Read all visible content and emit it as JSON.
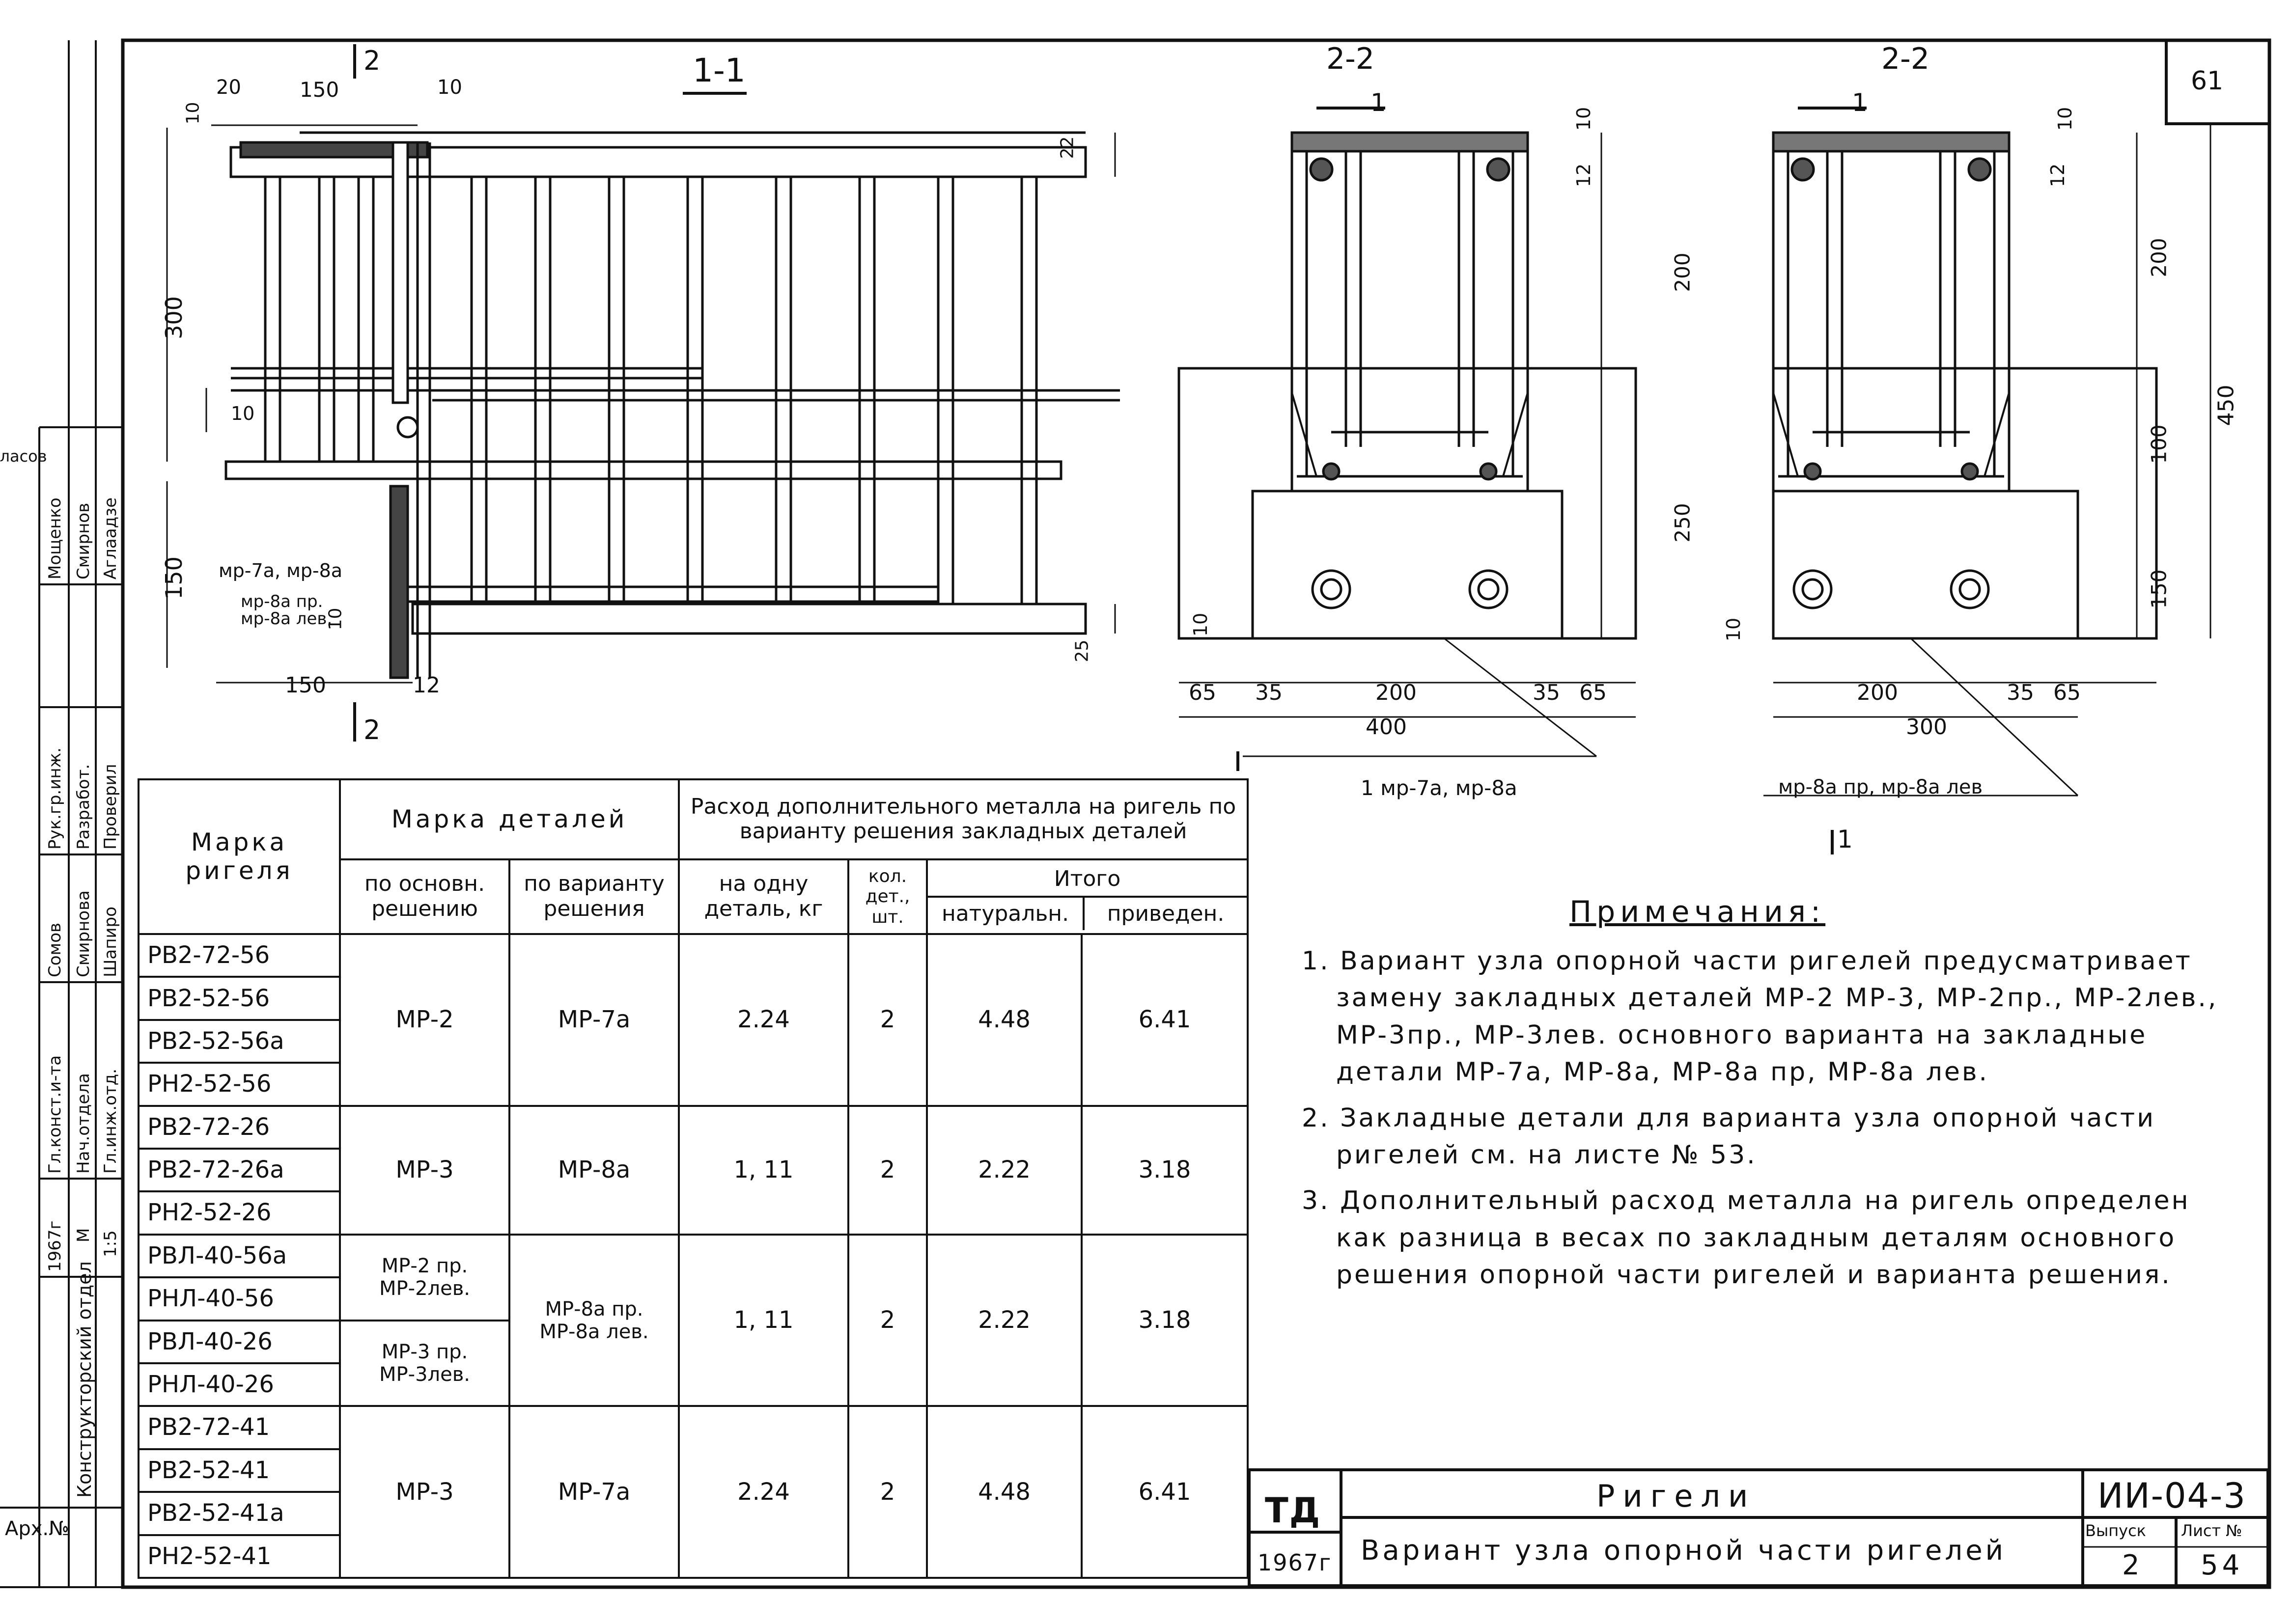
{
  "page": {
    "number": "61"
  },
  "views": {
    "section_1_1": {
      "title": "1-1"
    },
    "section_2_2_a": {
      "title": "2-2",
      "cut_label": "1",
      "caption": "1 мр-7а, мр-8а"
    },
    "section_2_2_b": {
      "title": "2-2",
      "cut_label": "1",
      "caption": "мр-8а пр, мр-8а лев",
      "below_label": "1"
    },
    "cut_markers": {
      "top": "2",
      "bottom": "2"
    }
  },
  "dimensions_1_1": {
    "d20": "20",
    "d150_top": "150",
    "d10_top": "10",
    "d10_left": "10",
    "d300": "300",
    "d10_mid": "10",
    "d150_side": "150",
    "d22": "22",
    "d25": "25",
    "d10_low": "10",
    "d150_bottom": "150",
    "d12": "12"
  },
  "labels_1_1": {
    "line1": "мр-7а, мр-8а",
    "line2": "мр-8а пр.",
    "line3": "мр-8а лев."
  },
  "dimensions_2_2_a": {
    "d10": "10",
    "d12": "12",
    "d200": "200",
    "d250": "250",
    "d10_low": "10",
    "d65a": "65",
    "d35a": "35",
    "d200b": "200",
    "d35b": "35",
    "d65b": "65",
    "d400": "400"
  },
  "dimensions_2_2_b": {
    "d10": "10",
    "d12": "12",
    "d200": "200",
    "d100": "100",
    "d150": "150",
    "d450": "450",
    "d10_low": "10",
    "d200b": "200",
    "d35": "35",
    "d65": "65",
    "d300": "300"
  },
  "table": {
    "h_marka_rigelya": "Марка ригеля",
    "h_marka_detalei": "Марка деталей",
    "h_rashod": "Расход дополнительного металла на ригель по варианту решения закладных деталей",
    "h_osn": "по основн. решению",
    "h_var": "по варианту решения",
    "h_odnu": "на одну деталь, кг",
    "h_kol": "кол. дет., шт.",
    "h_itogo": "Итого",
    "h_nat": "натуральн.",
    "h_priv": "приведен.",
    "groups": [
      {
        "rigels": [
          "РВ2-72-56",
          "РВ2-52-56",
          "РВ2-52-56а",
          "РН2-52-56"
        ],
        "osn": [
          "МР-2"
        ],
        "var": [
          "МР-7а"
        ],
        "odnu": "2.24",
        "kol": "2",
        "nat": "4.48",
        "priv": "6.41"
      },
      {
        "rigels": [
          "РВ2-72-26",
          "РВ2-72-26а",
          "РН2-52-26"
        ],
        "osn": [
          "МР-3"
        ],
        "var": [
          "МР-8а"
        ],
        "odnu": "1, 11",
        "kol": "2",
        "nat": "2.22",
        "priv": "3.18"
      },
      {
        "rigels": [
          "РВЛ-40-56а",
          "РНЛ-40-56",
          "РВЛ-40-26",
          "РНЛ-40-26"
        ],
        "osn": [
          "МР-2 пр.",
          "МР-2лев.",
          "МР-3 пр.",
          "МР-3лев."
        ],
        "var": [
          "МР-8а пр.",
          "МР-8а лев."
        ],
        "odnu": "1, 11",
        "kol": "2",
        "nat": "2.22",
        "priv": "3.18"
      },
      {
        "rigels": [
          "РВ2-72-41",
          "РВ2-52-41",
          "РВ2-52-41а",
          "РН2-52-41"
        ],
        "osn": [
          "МР-3"
        ],
        "var": [
          "МР-7а"
        ],
        "odnu": "2.24",
        "kol": "2",
        "nat": "4.48",
        "priv": "6.41"
      }
    ]
  },
  "notes": {
    "title": "Примечания:",
    "items": [
      "1. Вариант узла опорной части ригелей предусматривает замену закладных деталей МР-2 МР-3, МР-2пр., МР-2лев., МР-3пр., МР-3лев. основного варианта на закладные детали МР-7а, МР-8а, МР-8а пр, МР-8а лев.",
      "2. Закладные детали для варианта узла опорной части ригелей см. на листе № 53.",
      "3. Дополнительный расход металла на ригель определен как разница в весах по закладным деталям основного решения опорной части ригелей и варианта решения."
    ]
  },
  "title_block": {
    "org": "ТД",
    "year": "1967г",
    "title": "Ригели",
    "subtitle": "Вариант узла опорной части ригелей",
    "code": "ИИ-04-3",
    "issue_label": "Выпуск",
    "issue": "2",
    "sheet_label": "Лист №",
    "sheet": "54"
  },
  "side_stamp": {
    "roles": [
      "Гл.конст.и-та",
      "Нач.отдела",
      "Гл.инж.отд.",
      "Рук.гр.инж.",
      "Разработ.",
      "Проверил"
    ],
    "names": [
      "Сомов",
      "Смирнова",
      "Шапиро",
      "Мощенко",
      "Смирнов",
      "Аглаадзе"
    ],
    "top_name": "Гласов",
    "year": "1967г",
    "scale_label": "М",
    "scale": "1:5",
    "dept": "Конструкторский отдел",
    "inv": "Арх.№"
  }
}
